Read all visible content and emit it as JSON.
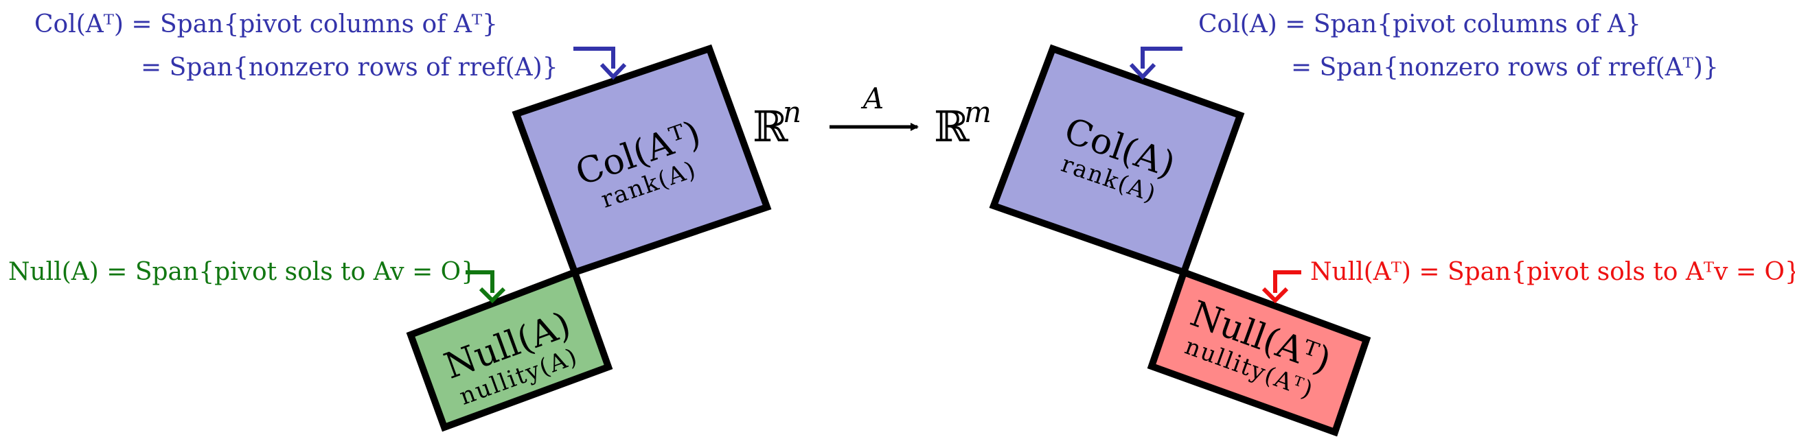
{
  "colors": {
    "col_space": "#a3a3dd",
    "null_left": "#8ec68a",
    "null_right": "#ff8888",
    "blue_text": "#3333aa",
    "green_text": "#117711",
    "red_text": "#ee1111",
    "outline": "#000000"
  },
  "left": {
    "col_box": {
      "title": "Col(Aᵀ)",
      "subtitle": "rank(A)"
    },
    "null_box": {
      "title": "Null(A)",
      "subtitle": "nullity(A)"
    },
    "col_annotation": {
      "line1": "Col(Aᵀ) = Span{pivot columns of Aᵀ}",
      "line2": "= Span{nonzero rows of  rref(A)}"
    },
    "null_annotation": "Null(A) = Span{pivot sols to Av = O}"
  },
  "right": {
    "col_box": {
      "title": "Col(A)",
      "subtitle": "rank(A)"
    },
    "null_box": {
      "title": "Null(Aᵀ)",
      "subtitle": "nullity(Aᵀ)"
    },
    "col_annotation": {
      "line1": "Col(A) = Span{pivot columns of A}",
      "line2": "= Span{nonzero rows of  rref(Aᵀ)}"
    },
    "null_annotation": "Null(Aᵀ) = Span{pivot sols to Aᵀv = O}"
  },
  "map": {
    "domain_base": "ℝ",
    "domain_exp": "n",
    "codomain_base": "ℝ",
    "codomain_exp": "m",
    "label": "A"
  }
}
